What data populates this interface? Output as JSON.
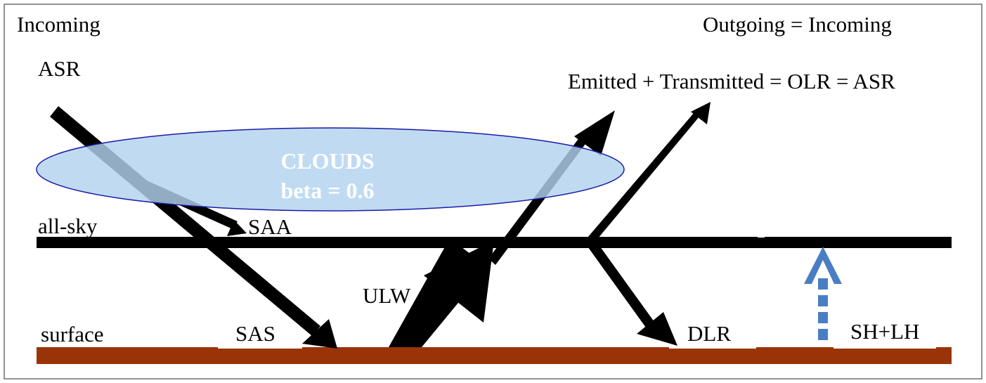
{
  "header": {
    "left_title": "Incoming",
    "right_title": "Outgoing = Incoming",
    "equation": "Emitted + Transmitted = OLR = ASR"
  },
  "labels": {
    "asr": "ASR",
    "all_sky": "all-sky",
    "surface": "surface",
    "saa": "SAA",
    "sas": "SAS",
    "ulw": "ULW",
    "dlr": "DLR",
    "sh_lh": "SH+LH"
  },
  "cloud": {
    "name": "CLOUDS",
    "beta": "beta = 0.6"
  },
  "colors": {
    "cloud_fill": "#b2d3ee",
    "cloud_stroke": "#1a1aa8",
    "surface": "#9a3408",
    "layer": "#000000",
    "heat_arrow": "#4a7ec4"
  }
}
